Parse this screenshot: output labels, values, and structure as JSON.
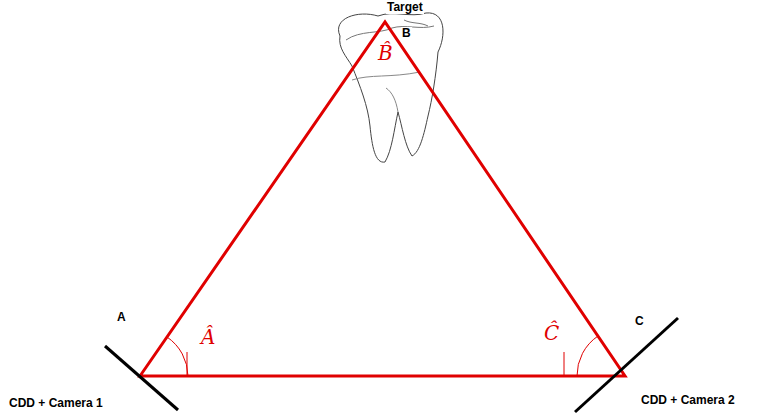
{
  "diagram": {
    "labels": [
      "Target",
      "B",
      "B̂",
      "A",
      "Â",
      "Ĉ",
      "C",
      "CDD + Camera 1",
      "CDD + Camera 2"
    ]
  }
}
